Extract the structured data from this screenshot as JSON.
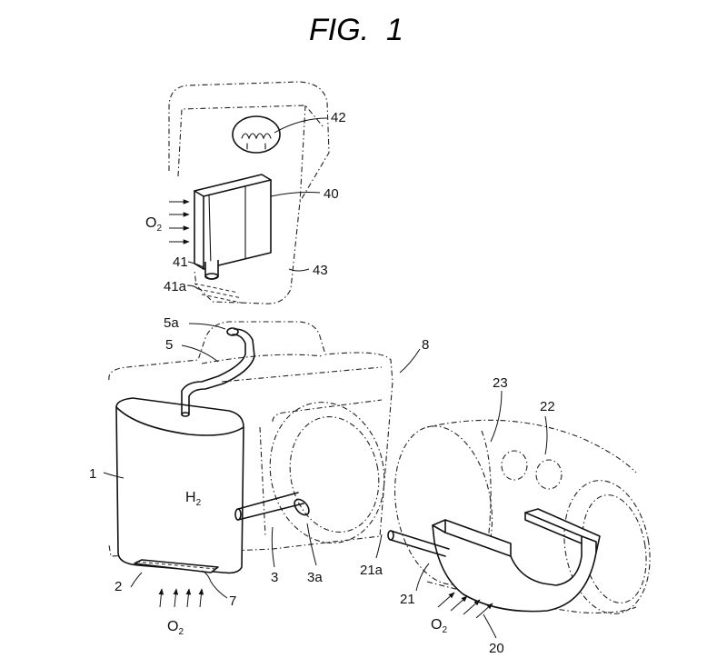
{
  "figure": {
    "title": "FIG.  1",
    "labels": {
      "l42": "42",
      "l40": "40",
      "o2_top_base": "O",
      "o2_top_sub": "2",
      "l41": "41",
      "l41a": "41a",
      "l43": "43",
      "l5a": "5a",
      "l5": "5",
      "l8": "8",
      "l23": "23",
      "l22": "22",
      "l1": "1",
      "h2_base": "H",
      "h2_sub": "2",
      "l2": "2",
      "l7": "7",
      "o2_bottom_base": "O",
      "o2_bottom_sub": "2",
      "l3": "3",
      "l3a": "3a",
      "l21a": "21a",
      "l21": "21",
      "o2_right_base": "O",
      "o2_right_sub": "2",
      "l20": "20"
    }
  }
}
